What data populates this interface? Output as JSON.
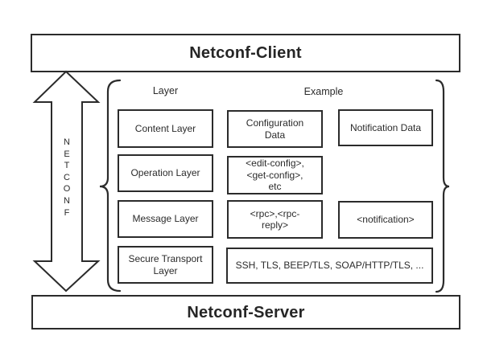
{
  "colors": {
    "line": "#2b2b2b",
    "background": "#ffffff"
  },
  "client_box": {
    "label": "Netconf-Client"
  },
  "server_box": {
    "label": "Netconf-Server"
  },
  "netconf_arrow": {
    "vertical_text": "N\nE\nT\nC\nO\nN\nF"
  },
  "headers": {
    "layer": "Layer",
    "example": "Example"
  },
  "layers": [
    "Content Layer",
    "Operation Layer",
    "Message Layer",
    "Secure Transport\nLayer"
  ],
  "examples": {
    "configuration_data": "Configuration\nData",
    "notification_data": "Notification Data",
    "operations": "<edit-config>,\n<get-config>,\netc",
    "messages": "<rpc>,<rpc-\nreply>",
    "notification_message": "<notification>",
    "transports": "SSH, TLS, BEEP/TLS, SOAP/HTTP/TLS, ..."
  }
}
